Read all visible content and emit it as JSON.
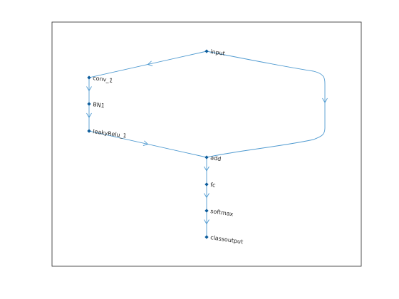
{
  "colors": {
    "edge": "#4f9ad0",
    "node": "#0e5d9c",
    "frame": "#262626",
    "label": "#262626",
    "background": "#ffffff"
  },
  "graph": {
    "nodes": [
      {
        "id": "input",
        "label": "input"
      },
      {
        "id": "conv_1",
        "label": "conv_1"
      },
      {
        "id": "BN1",
        "label": "BN1"
      },
      {
        "id": "leakyRelu_1",
        "label": "leakyRelu_1"
      },
      {
        "id": "add",
        "label": "add"
      },
      {
        "id": "fc",
        "label": "fc"
      },
      {
        "id": "softmax",
        "label": "softmax"
      },
      {
        "id": "classoutput",
        "label": "classoutput"
      }
    ],
    "edges": [
      {
        "from": "input",
        "to": "conv_1"
      },
      {
        "from": "conv_1",
        "to": "BN1"
      },
      {
        "from": "BN1",
        "to": "leakyRelu_1"
      },
      {
        "from": "leakyRelu_1",
        "to": "add"
      },
      {
        "from": "input",
        "to": "add"
      },
      {
        "from": "add",
        "to": "fc"
      },
      {
        "from": "fc",
        "to": "softmax"
      },
      {
        "from": "softmax",
        "to": "classoutput"
      }
    ]
  }
}
